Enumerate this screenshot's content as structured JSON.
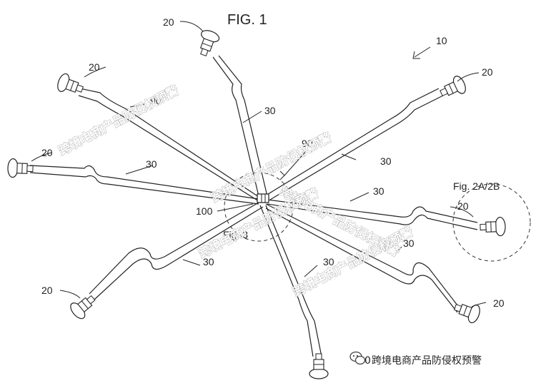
{
  "figure": {
    "title": "FIG. 1",
    "ref_assembly": "10",
    "ref_center": "90",
    "ref_center_alt": "90",
    "ref_hub": "100",
    "detail_fig3": "Fig. 3",
    "detail_fig2": "Fig. 2A/2B",
    "ref_clip": "20",
    "ref_strap": "30"
  },
  "watermark": {
    "text": "跨境电商产品防侵权预警"
  },
  "footer": {
    "icon": "wechat-icon",
    "text_prefix": "0",
    "text": "跨境电商产品防侵权预警"
  }
}
